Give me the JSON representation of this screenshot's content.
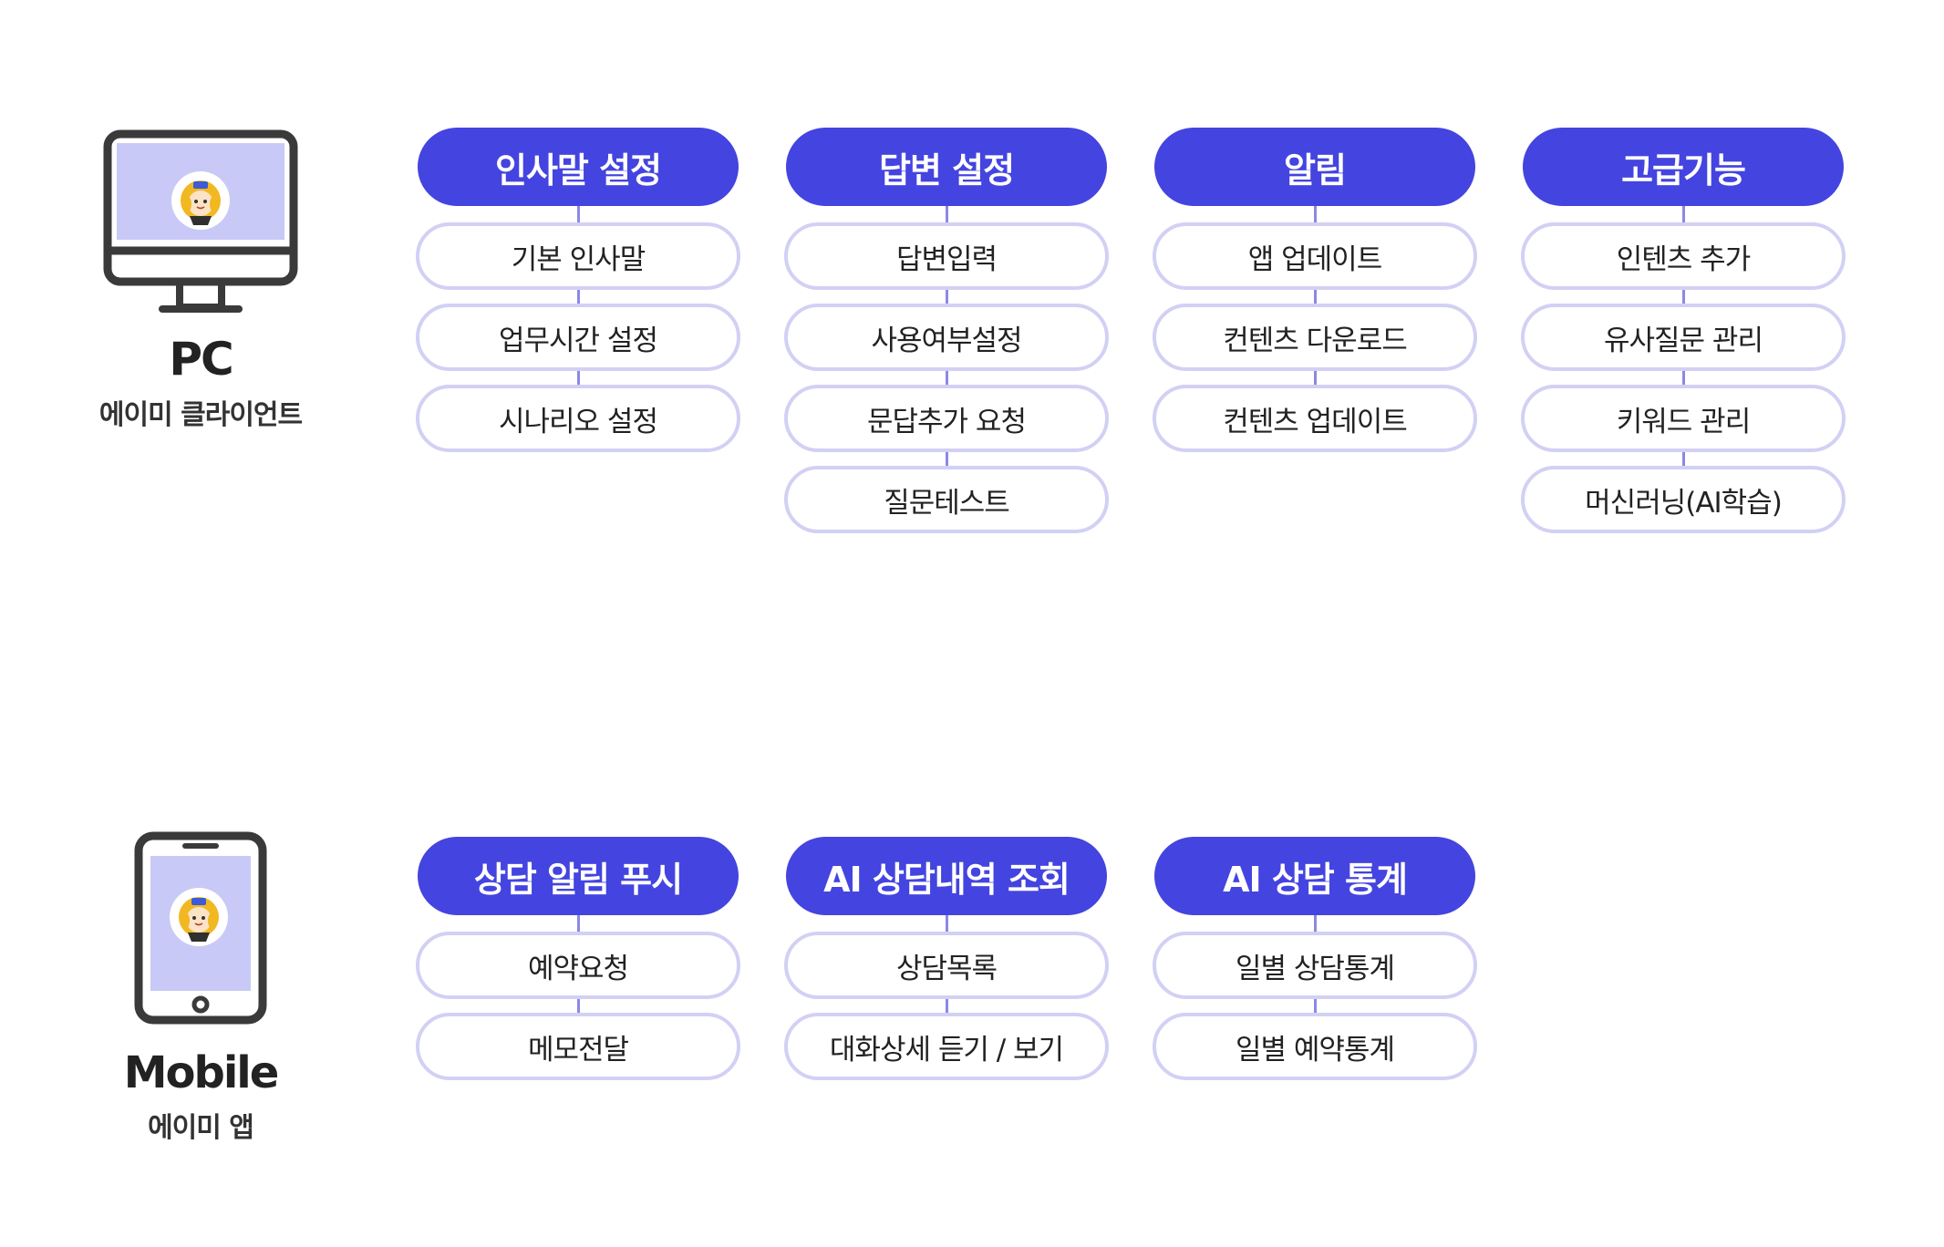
{
  "pc": {
    "title": "PC",
    "subtitle": "에이미 클라이언트",
    "groups": [
      {
        "header": "인사말 설정",
        "items": [
          "기본 인사말",
          "업무시간 설정",
          "시나리오 설정"
        ]
      },
      {
        "header": "답변 설정",
        "items": [
          "답변입력",
          "사용여부설정",
          "문답추가 요청",
          "질문테스트"
        ]
      },
      {
        "header": "알림",
        "items": [
          "앱 업데이트",
          "컨텐츠 다운로드",
          "컨텐츠 업데이트"
        ]
      },
      {
        "header": "고급기능",
        "items": [
          "인텐츠 추가",
          "유사질문 관리",
          "키워드 관리",
          "머신러닝(AI학습)"
        ]
      }
    ]
  },
  "mobile": {
    "title": "Mobile",
    "subtitle": "에이미 앱",
    "groups": [
      {
        "header": "상담 알림 푸시",
        "items": [
          "예약요청",
          "메모전달"
        ]
      },
      {
        "header": "AI 상담내역 조회",
        "items": [
          "상담목록",
          "대화상세 듣기 / 보기"
        ]
      },
      {
        "header": "AI 상담 통계",
        "items": [
          "일별 상담통계",
          "일별 예약통계"
        ]
      }
    ]
  },
  "colors": {
    "header_fill": "#4444e0",
    "item_border": "#d2d0f4",
    "connector": "#8c88e6",
    "screen_fill": "#c9c9f7",
    "device_stroke": "#3a3a3a"
  },
  "icons": [
    "desktop-monitor-icon",
    "smartphone-icon",
    "mascot-avatar-icon"
  ]
}
